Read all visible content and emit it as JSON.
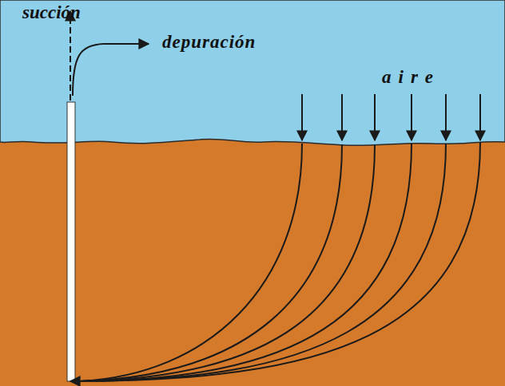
{
  "diagram": {
    "labels": [
      "succión",
      "depuración",
      "aire"
    ]
  }
}
